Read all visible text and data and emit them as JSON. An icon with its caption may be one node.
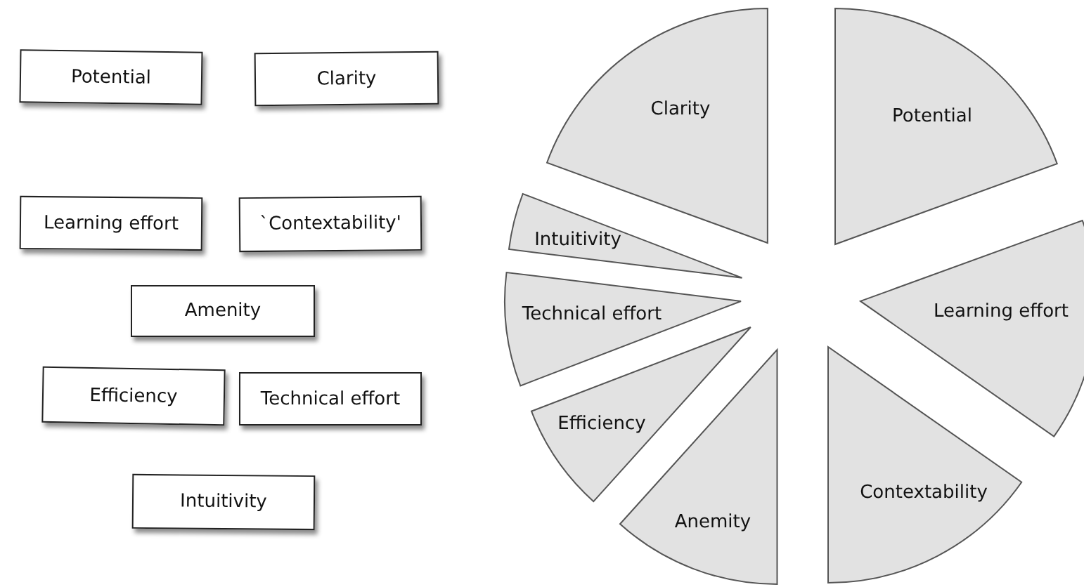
{
  "diagram": {
    "nodes": [
      {
        "text": [
          "Potential"
        ]
      },
      {
        "text": [
          "Clarity"
        ]
      },
      {
        "text": [
          "Learning effort"
        ]
      },
      {
        "text": [
          "`Contextability'"
        ]
      },
      {
        "text": [
          "Amenity"
        ]
      },
      {
        "text": [
          "Efficiency"
        ]
      },
      {
        "text": [
          "Technical effort"
        ]
      },
      {
        "text": [
          "Intuitivity"
        ]
      },
      {
        "text": [
          "Clarity"
        ]
      },
      {
        "text": [
          "Potential"
        ]
      },
      {
        "text": [
          "Intuitivity"
        ]
      },
      {
        "text": [
          "Learning effort"
        ]
      },
      {
        "text": [
          "Technical effort"
        ]
      },
      {
        "text": [
          "Efficiency"
        ]
      },
      {
        "text": [
          "Contextability"
        ]
      },
      {
        "text": [
          "Anemity"
        ]
      }
    ]
  }
}
